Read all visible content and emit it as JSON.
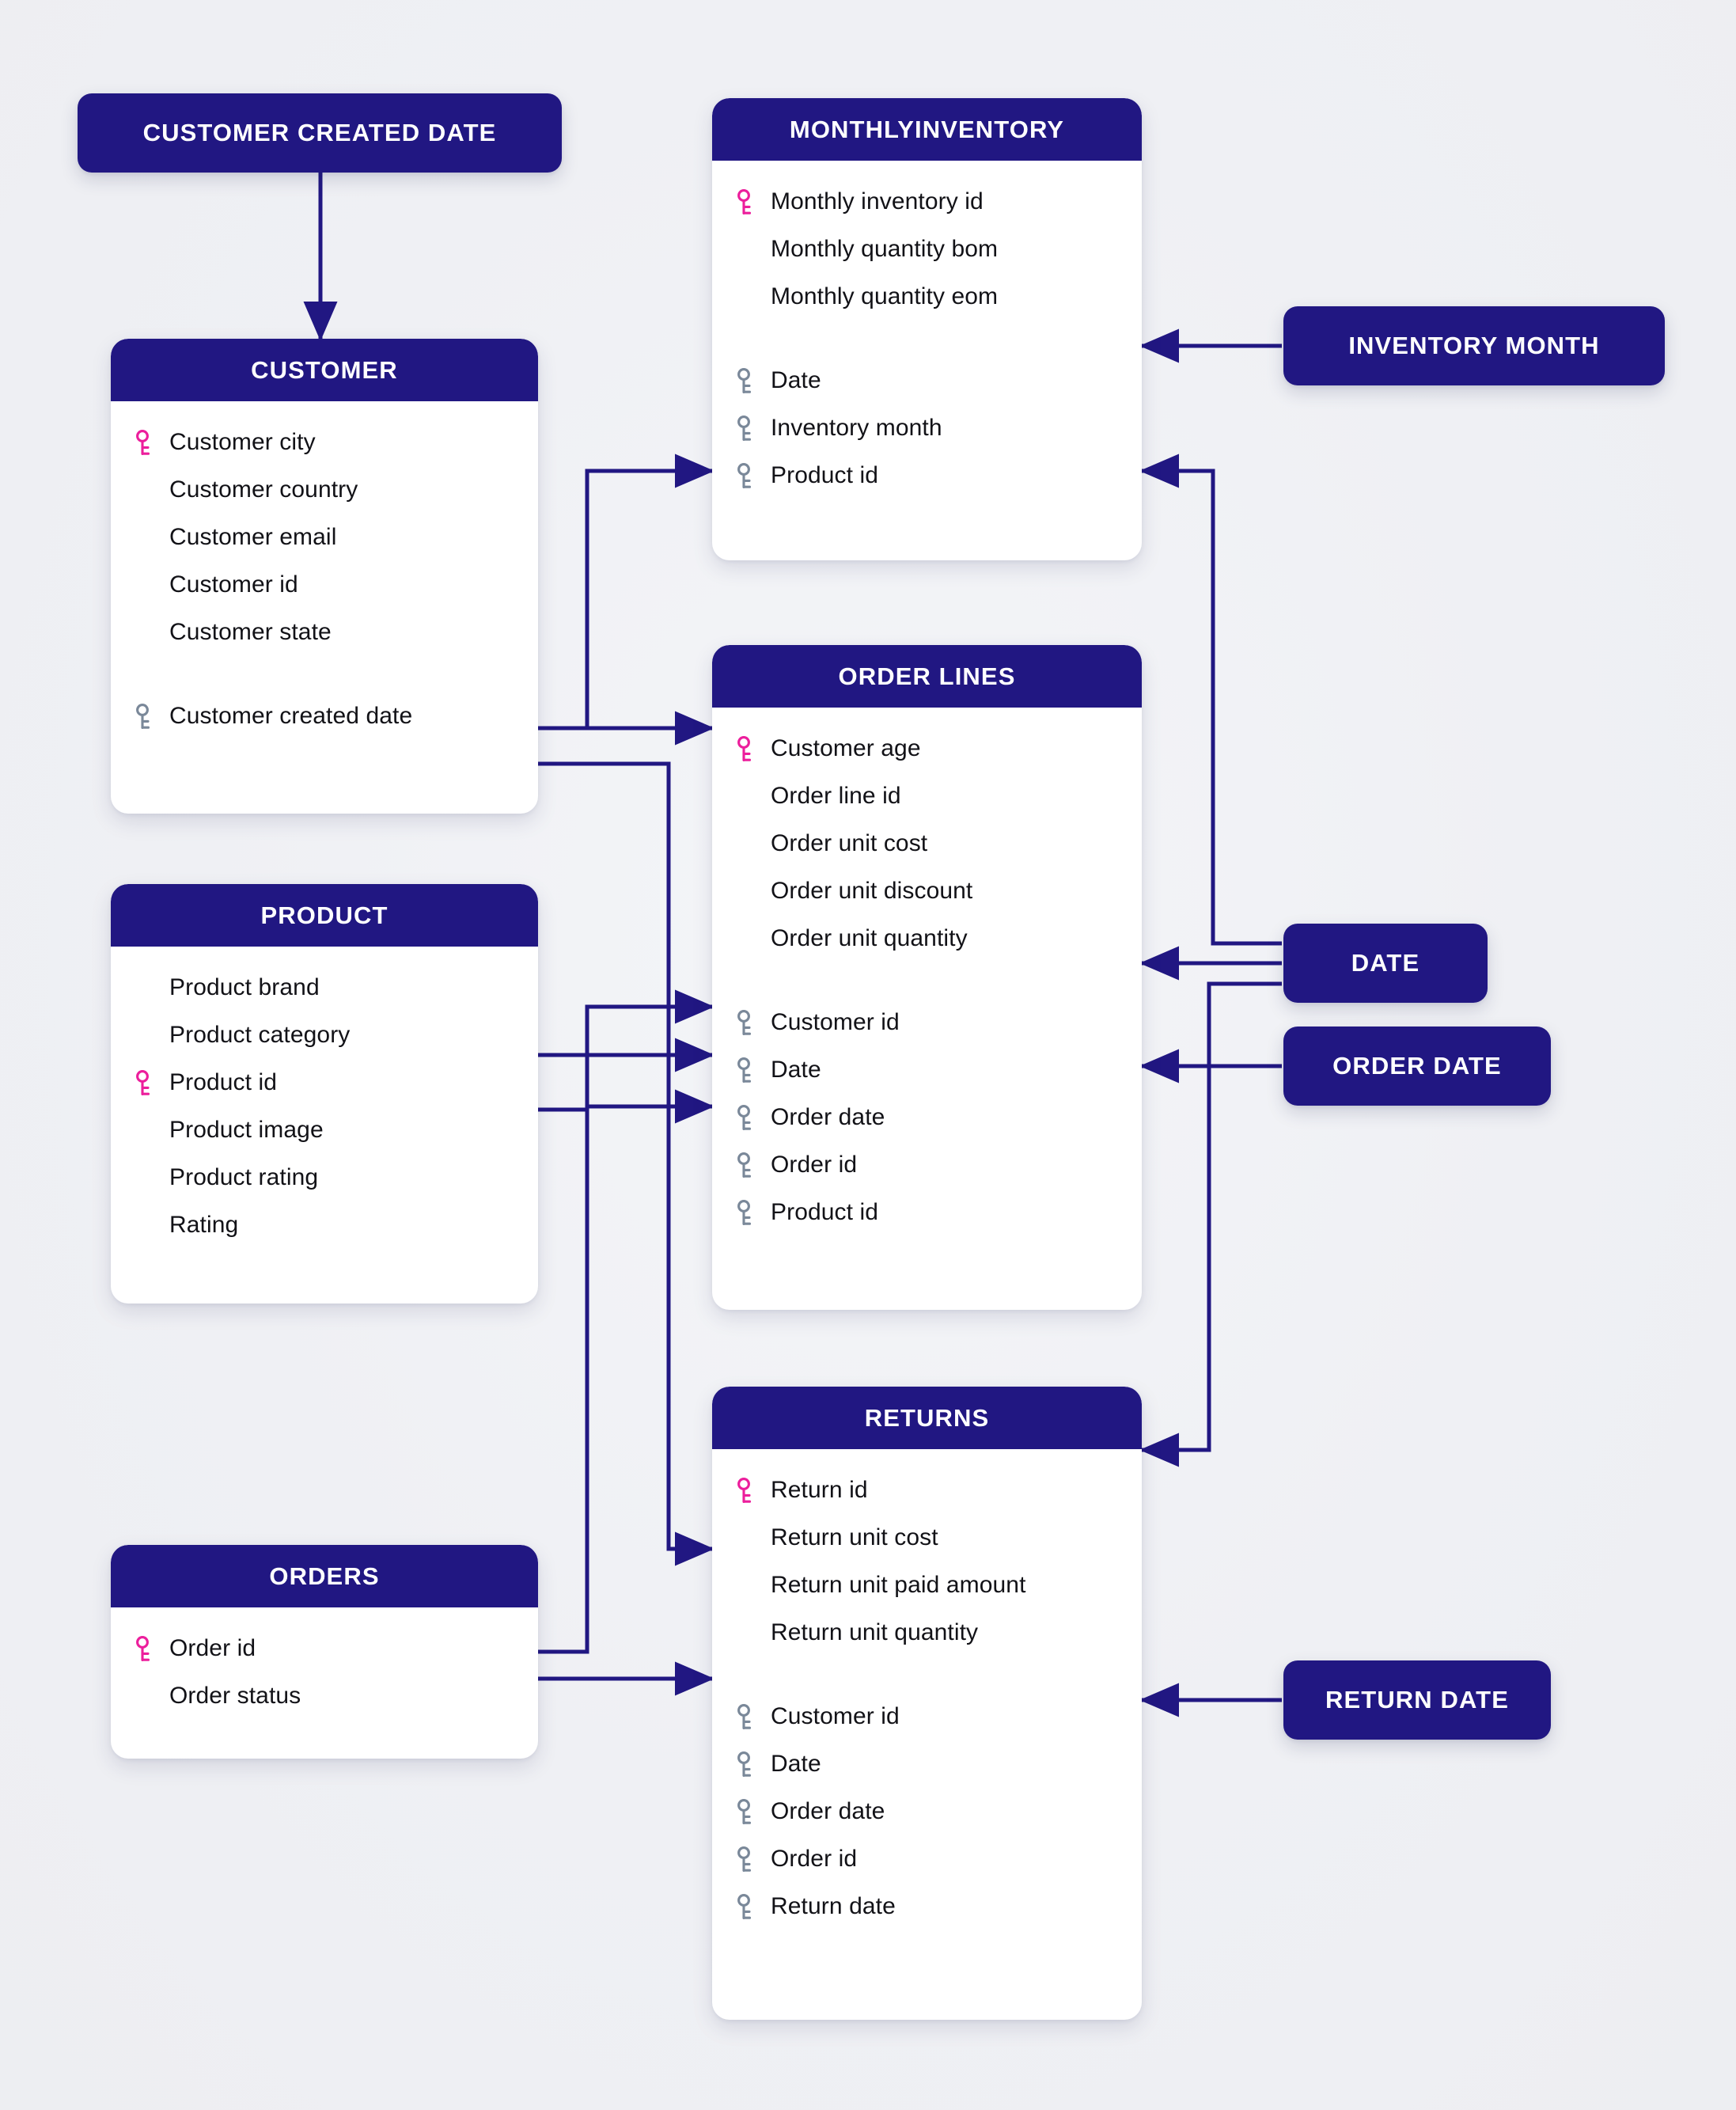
{
  "diagram": {
    "type": "entity-relationship-diagram",
    "background_color": "#f1f2f6",
    "colors": {
      "header_navy": "#211782",
      "primary_key_pink": "#ec1e9c",
      "foreign_key_gray": "#7a8899",
      "connector_navy": "#211782",
      "card_white": "#ffffff",
      "text_black": "#121217"
    }
  },
  "entities": [
    {
      "id": "customer",
      "title": "CUSTOMER",
      "fields": [
        {
          "label": "Customer city",
          "key": "primary"
        },
        {
          "label": "Customer country",
          "key": "none"
        },
        {
          "label": "Customer email",
          "key": "none"
        },
        {
          "label": "Customer id",
          "key": "none"
        },
        {
          "label": "Customer state",
          "key": "none"
        },
        {
          "label": "",
          "key": "gap"
        },
        {
          "label": "Customer created date",
          "key": "foreign"
        }
      ]
    },
    {
      "id": "monthlyinventory",
      "title": "MONTHLYINVENTORY",
      "fields": [
        {
          "label": "Monthly inventory id",
          "key": "primary"
        },
        {
          "label": "Monthly quantity bom",
          "key": "none"
        },
        {
          "label": "Monthly quantity eom",
          "key": "none"
        },
        {
          "label": "",
          "key": "gap"
        },
        {
          "label": "Date",
          "key": "foreign"
        },
        {
          "label": "Inventory month",
          "key": "foreign"
        },
        {
          "label": "Product id",
          "key": "foreign"
        }
      ]
    },
    {
      "id": "product",
      "title": "PRODUCT",
      "fields": [
        {
          "label": "Product brand",
          "key": "none"
        },
        {
          "label": "Product category",
          "key": "none"
        },
        {
          "label": "Product id",
          "key": "primary"
        },
        {
          "label": "Product image",
          "key": "none"
        },
        {
          "label": "Product rating",
          "key": "none"
        },
        {
          "label": "Rating",
          "key": "none"
        }
      ]
    },
    {
      "id": "orderlines",
      "title": "ORDER LINES",
      "fields": [
        {
          "label": "Customer age",
          "key": "primary"
        },
        {
          "label": "Order line id",
          "key": "none"
        },
        {
          "label": "Order unit cost",
          "key": "none"
        },
        {
          "label": "Order unit discount",
          "key": "none"
        },
        {
          "label": "Order unit quantity",
          "key": "none"
        },
        {
          "label": "",
          "key": "gap"
        },
        {
          "label": "Customer id",
          "key": "foreign"
        },
        {
          "label": "Date",
          "key": "foreign"
        },
        {
          "label": "Order date",
          "key": "foreign"
        },
        {
          "label": "Order id",
          "key": "foreign"
        },
        {
          "label": "Product id",
          "key": "foreign"
        }
      ]
    },
    {
      "id": "returns",
      "title": "RETURNS",
      "fields": [
        {
          "label": "Return id",
          "key": "primary"
        },
        {
          "label": "Return unit cost",
          "key": "none"
        },
        {
          "label": "Return unit paid amount",
          "key": "none"
        },
        {
          "label": "Return unit quantity",
          "key": "none"
        },
        {
          "label": "",
          "key": "gap"
        },
        {
          "label": "Customer id",
          "key": "foreign"
        },
        {
          "label": "Date",
          "key": "foreign"
        },
        {
          "label": "Order date",
          "key": "foreign"
        },
        {
          "label": "Order id",
          "key": "foreign"
        },
        {
          "label": "Return date",
          "key": "foreign"
        }
      ]
    },
    {
      "id": "orders",
      "title": "ORDERS",
      "fields": [
        {
          "label": "Order id",
          "key": "primary"
        },
        {
          "label": "Order status",
          "key": "none"
        }
      ]
    }
  ],
  "pills": [
    {
      "id": "customer-created-date",
      "label": "CUSTOMER CREATED DATE"
    },
    {
      "id": "inventory-month",
      "label": "INVENTORY MONTH"
    },
    {
      "id": "date",
      "label": "DATE"
    },
    {
      "id": "order-date",
      "label": "ORDER DATE"
    },
    {
      "id": "return-date",
      "label": "RETURN DATE"
    }
  ],
  "relationships": [
    {
      "from": "CUSTOMER CREATED DATE",
      "to": "CUSTOMER"
    },
    {
      "from": "INVENTORY MONTH",
      "to": "MONTHLYINVENTORY.Inventory month"
    },
    {
      "from": "DATE",
      "to": "MONTHLYINVENTORY.Product id"
    },
    {
      "from": "DATE",
      "to": "ORDER LINES.Date"
    },
    {
      "from": "DATE",
      "to": "RETURNS"
    },
    {
      "from": "ORDER DATE",
      "to": "ORDER LINES.Order date"
    },
    {
      "from": "RETURN DATE",
      "to": "RETURNS.Return date"
    },
    {
      "from": "CUSTOMER.Customer created date",
      "to": "MONTHLYINVENTORY"
    },
    {
      "from": "CUSTOMER.Customer created date",
      "to": "ORDER LINES"
    },
    {
      "from": "PRODUCT.Product category",
      "to": "ORDER LINES.Customer id"
    },
    {
      "from": "PRODUCT.Product id",
      "to": "ORDER LINES.Product id"
    },
    {
      "from": "PRODUCT",
      "to": "RETURNS"
    },
    {
      "from": "ORDERS.Order id",
      "to": "RETURNS"
    },
    {
      "from": "ORDERS.Order status",
      "to": "RETURNS.Customer id"
    }
  ]
}
